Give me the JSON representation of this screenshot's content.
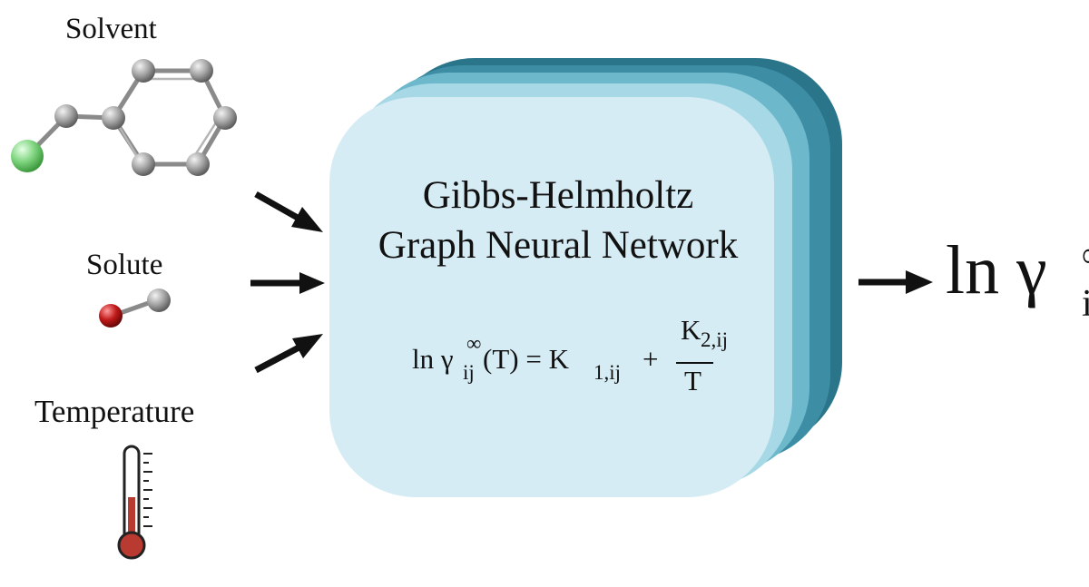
{
  "inputs": {
    "solvent": "Solvent",
    "solute": "Solute",
    "temperature": "Temperature"
  },
  "model": {
    "title_line1": "Gibbs-Helmholtz",
    "title_line2": "Graph Neural Network"
  },
  "equation": {
    "lhs_ln": "ln γ",
    "lhs_sup": "∞",
    "lhs_sub": "ij",
    "lhs_arg": "(T) = K",
    "k1_sub": "1,ij",
    "plus": "+",
    "k2": "K",
    "k2_sub": "2,ij",
    "denominator": "T"
  },
  "output": {
    "ln": "ln γ",
    "sup": "∞",
    "sub": "ij"
  },
  "colors": {
    "layer_front": "#d6ecf4",
    "layer_2": "#a6d8e6",
    "layer_3": "#6eb8cc",
    "layer_4": "#3d8ea5",
    "layer_back": "#2a7589",
    "atom_carbon": "#9a9a9a",
    "atom_chlorine": "#7ed47e",
    "atom_oxygen": "#b01818",
    "thermometer_fill": "#b83a30",
    "arrow": "#111111"
  },
  "icons": [
    "solvent-molecule-icon",
    "solute-molecule-icon",
    "thermometer-icon",
    "arrow-icon"
  ]
}
